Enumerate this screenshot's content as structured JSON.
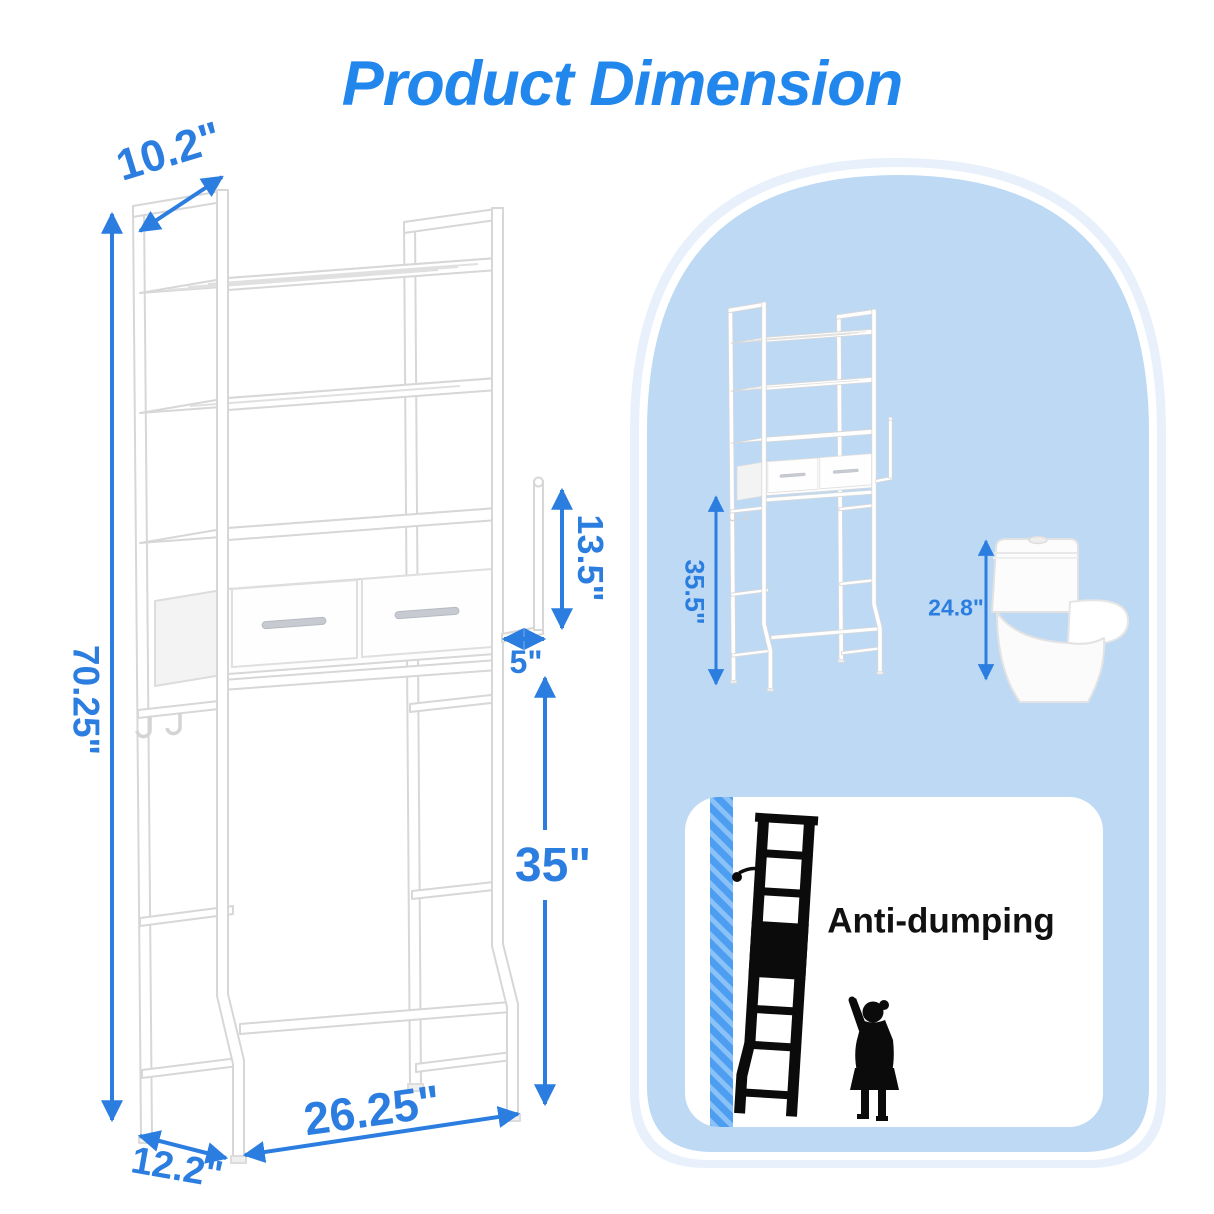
{
  "title": "Product Dimension",
  "main_diagram": {
    "top_depth": "10.2\"",
    "total_height": "70.25\"",
    "holder_height": "13.5\"",
    "holder_depth": "5\"",
    "inner_clearance_height": "35\"",
    "bottom_width": "26.25\"",
    "bottom_depth": "12.2\""
  },
  "inset": {
    "rack_inner_height": "35.5\"",
    "toilet_height": "24.8\"",
    "anti_tip_caption": "Anti-dumping"
  },
  "colors": {
    "title_blue": "#2187EC",
    "dimension_blue": "#2B7DE0",
    "arch_fill": "#BDD9F4",
    "arch_ring": "#E8F1FB",
    "wall_stripe_dark": "#4D9DF0",
    "wall_stripe_light": "#8AC1F7",
    "silhouette_black": "#0B0B0B",
    "rack_outline_gray": "#D7D7D7"
  }
}
